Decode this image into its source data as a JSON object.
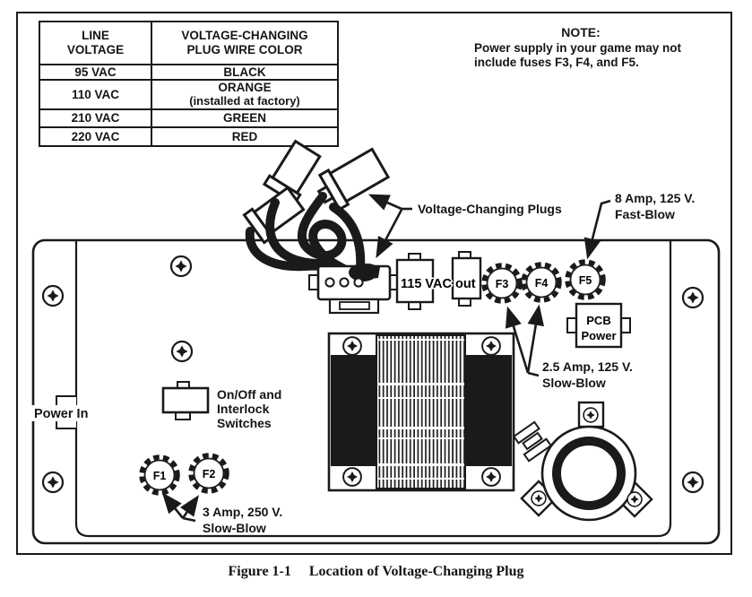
{
  "table": {
    "header": {
      "col1": [
        "LINE",
        "VOLTAGE"
      ],
      "col2": [
        "VOLTAGE-CHANGING",
        "PLUG WIRE COLOR"
      ]
    },
    "rows": [
      {
        "voltage": "95 VAC",
        "color": "BLACK",
        "color_note": ""
      },
      {
        "voltage": "110 VAC",
        "color": "ORANGE",
        "color_note": "(installed at factory)"
      },
      {
        "voltage": "210 VAC",
        "color": "GREEN",
        "color_note": ""
      },
      {
        "voltage": "220 VAC",
        "color": "RED",
        "color_note": ""
      }
    ]
  },
  "note": {
    "heading": "NOTE:",
    "lines": [
      "Power supply in your game may not",
      "include fuses F3, F4, and F5."
    ]
  },
  "panel": {
    "power_in": "Power In",
    "switch_label": [
      "On/Off and",
      "Interlock",
      "Switches"
    ],
    "plugs_label": "Voltage-Changing Plugs",
    "vac_out_label": "115 VAC out",
    "pcb_power": [
      "PCB",
      "Power"
    ],
    "fuse_f5_rating": [
      "8 Amp, 125 V.",
      "Fast-Blow"
    ],
    "fuse_f34_rating": [
      "2.5 Amp, 125 V.",
      "Slow-Blow"
    ],
    "fuse_f12_rating": [
      "3 Amp, 250 V.",
      "Slow-Blow"
    ],
    "fuses": {
      "f1": "F1",
      "f2": "F2",
      "f3": "F3",
      "f4": "F4",
      "f5": "F5"
    }
  },
  "caption": {
    "figure_number": "Figure 1-1",
    "title": "Location of Voltage-Changing Plug"
  },
  "colors": {
    "ink": "#1a1a1a",
    "paper": "#ffffff"
  }
}
